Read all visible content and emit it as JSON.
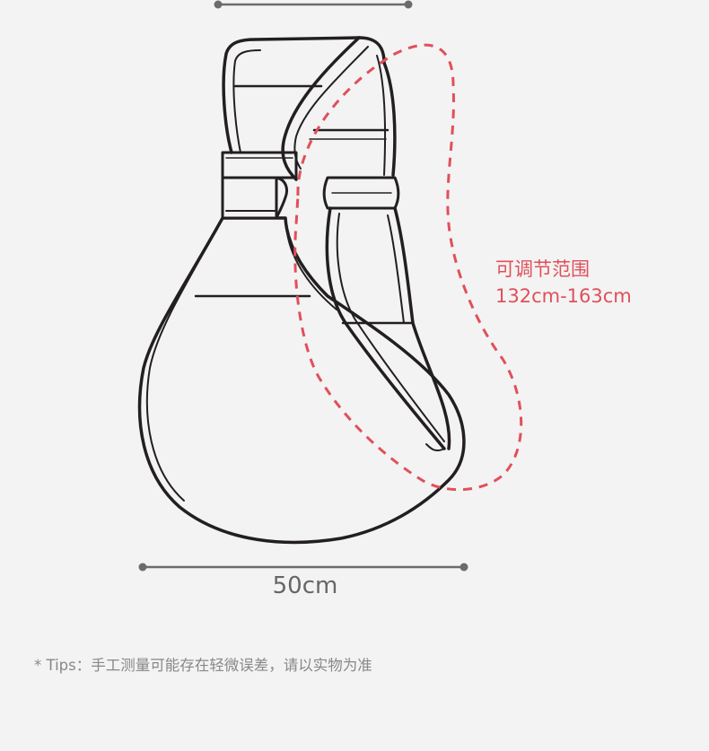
{
  "adjust_range": {
    "title": "可调节范围",
    "value": "132cm-163cm"
  },
  "width_measure": {
    "label": "50cm"
  },
  "tips": "* Tips：手工测量可能存在轻微误差，请以实物为准",
  "colors": {
    "background": "#f3f3f3",
    "outline": "#231f20",
    "accent_dashed": "#e0505a",
    "measure_line": "#6b6b6b",
    "text_gray": "#888888"
  }
}
